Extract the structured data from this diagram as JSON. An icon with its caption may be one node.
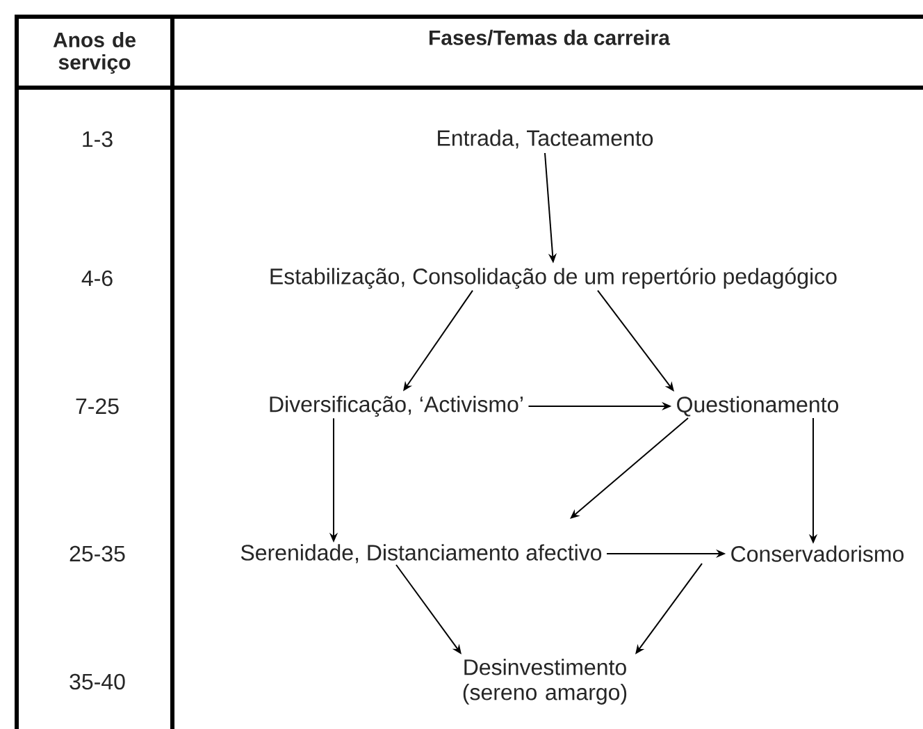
{
  "diagram": {
    "nodes": [
      {
        "text": [
          "Entrada, Tacteamento"
        ]
      },
      {
        "text": [
          "Estabilização, Consolidação de um repertório pedagógico"
        ]
      },
      {
        "text": [
          "Diversificação, ‘Activismo’"
        ]
      },
      {
        "text": [
          "Questionamento"
        ]
      },
      {
        "text": [
          "Serenidade, Distanciamento afectivo"
        ]
      },
      {
        "text": [
          "Conservadorismo"
        ]
      },
      {
        "text": [
          "Desinvestimento (sereno amargo)"
        ]
      }
    ],
    "edges": [
      {
        "from": 0,
        "to": 1,
        "arrow": "to"
      },
      {
        "from": 1,
        "to": 2,
        "arrow": "to"
      },
      {
        "from": 1,
        "to": 3,
        "arrow": "to"
      },
      {
        "from": 2,
        "to": 3,
        "arrow": "to"
      },
      {
        "from": 2,
        "to": 4,
        "arrow": "to"
      },
      {
        "from": 3,
        "to": 4,
        "arrow": "to"
      },
      {
        "from": 3,
        "to": 5,
        "arrow": "to"
      },
      {
        "from": 4,
        "to": 5,
        "arrow": "to"
      },
      {
        "from": 4,
        "to": 6,
        "arrow": "to"
      },
      {
        "from": 5,
        "to": 6,
        "arrow": "to"
      }
    ],
    "labels": [
      "Anos de serviço",
      "Fases/Temas da carreira",
      "1-3",
      "4-6",
      "7-25",
      "25-35",
      "35-40"
    ]
  }
}
